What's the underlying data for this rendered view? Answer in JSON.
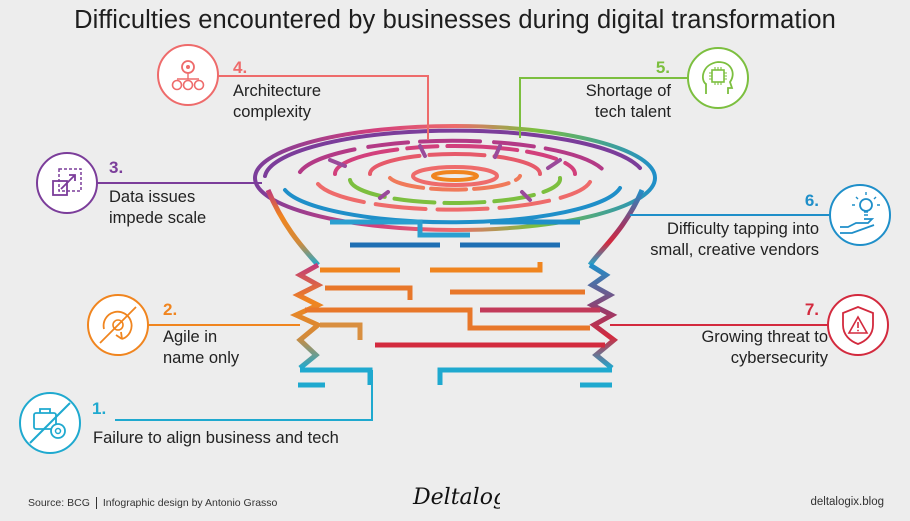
{
  "title": "Difficulties encountered by businesses during digital transformation",
  "colors": {
    "item1": "#1fa9cf",
    "item2": "#f0851f",
    "item3": "#7b3d9a",
    "item4": "#ee6b6b",
    "item5": "#7cbf3f",
    "item6": "#1f8fc9",
    "item7": "#d32a3e"
  },
  "items": [
    {
      "number": "1.",
      "label_lines": [
        "Failure to align business and tech"
      ],
      "icon": "briefcase-gear-icon"
    },
    {
      "number": "2.",
      "label_lines": [
        "Agile in",
        "name only"
      ],
      "icon": "agile-cycle-icon"
    },
    {
      "number": "3.",
      "label_lines": [
        "Data issues",
        "impede scale"
      ],
      "icon": "scale-arrow-icon"
    },
    {
      "number": "4.",
      "label_lines": [
        "Architecture",
        "complexity"
      ],
      "icon": "architecture-gears-icon"
    },
    {
      "number": "5.",
      "label_lines": [
        "Shortage of",
        "tech talent"
      ],
      "icon": "head-chip-icon"
    },
    {
      "number": "6.",
      "label_lines": [
        "Difficulty tapping into",
        "small, creative vendors"
      ],
      "icon": "hand-bulb-icon"
    },
    {
      "number": "7.",
      "label_lines": [
        "Growing threat to",
        "cybersecurity"
      ],
      "icon": "shield-warning-icon"
    }
  ],
  "footer": {
    "source": "Source: BCG",
    "design": "Infographic design by Antonio Grasso",
    "logo_text": "DeltalogiX",
    "website": "deltalogix.blog"
  }
}
